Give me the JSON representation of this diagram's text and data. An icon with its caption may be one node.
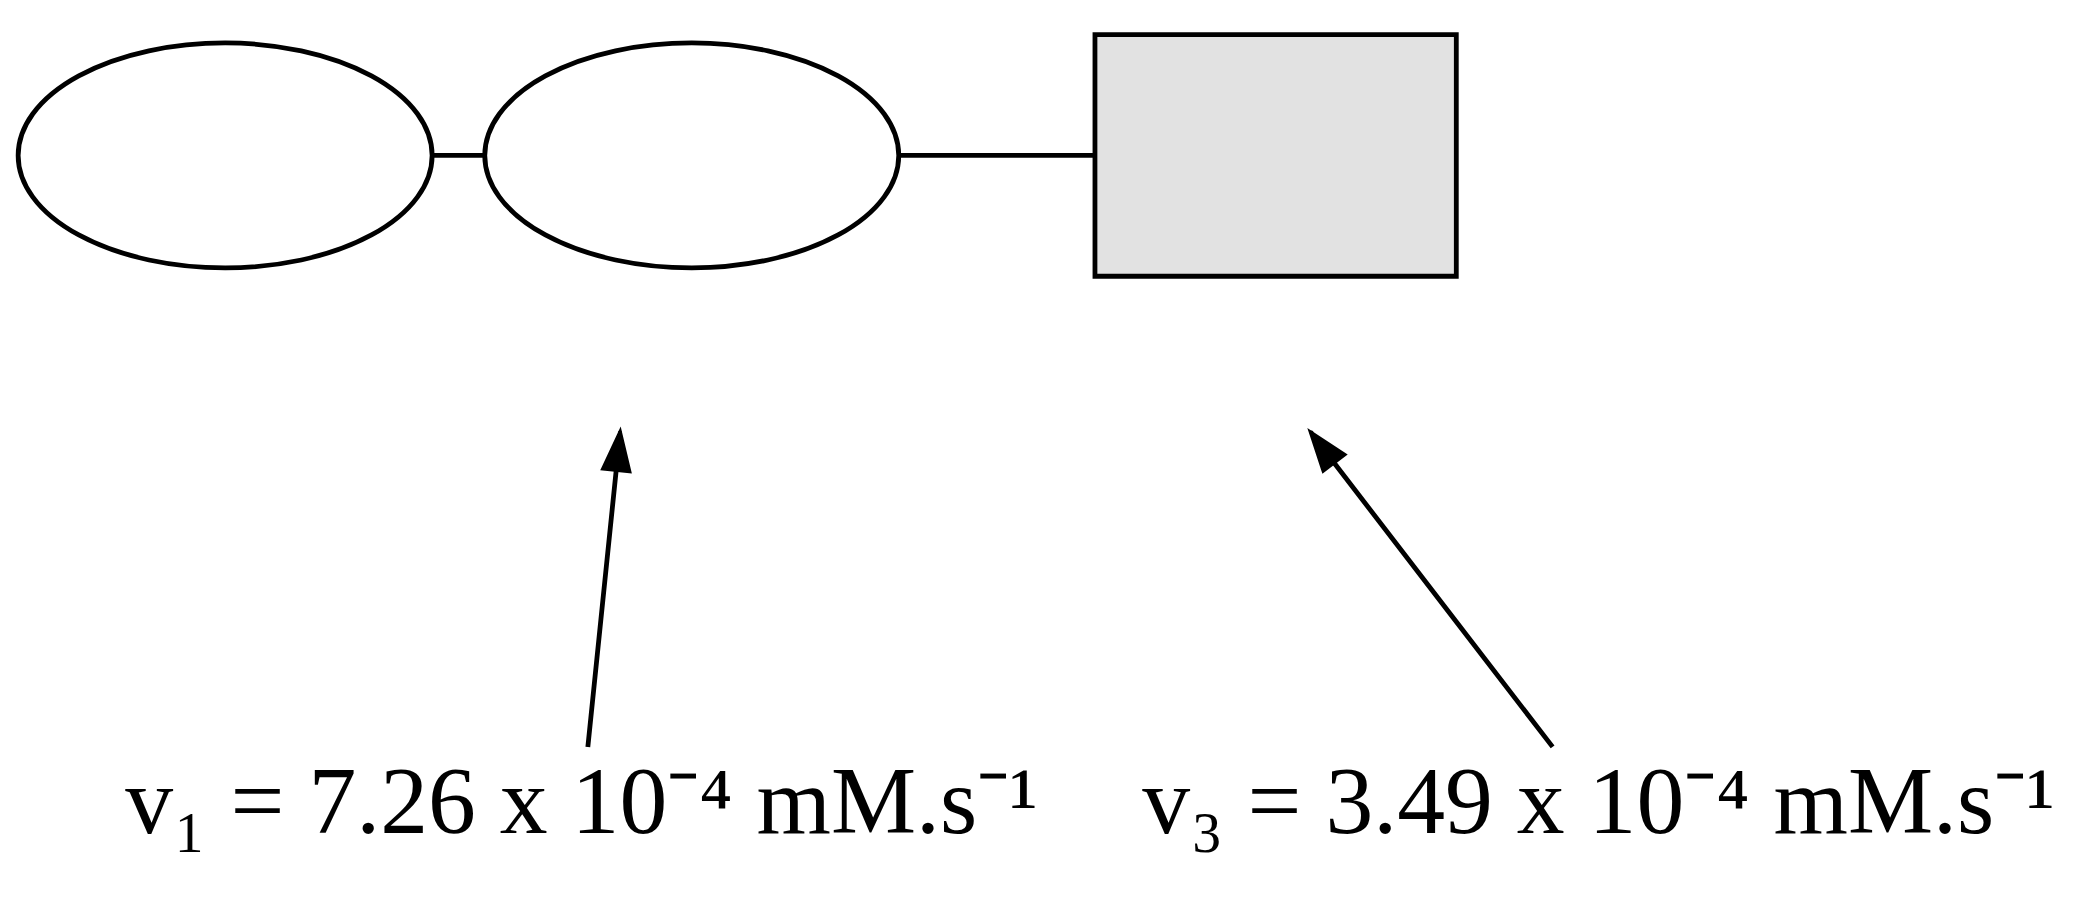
{
  "diagram": {
    "nodes": [
      {
        "text": [],
        "shape": "ellipse"
      },
      {
        "text": [],
        "shape": "ellipse"
      },
      {
        "text": [],
        "shape": "box"
      },
      {
        "text": [
          "v₁ = 7.26 x 10⁻⁴ mM.s⁻¹"
        ]
      },
      {
        "text": [
          "v₃ = 3.49 x 10⁻⁴ mM.s⁻¹"
        ]
      }
    ],
    "edges": [
      {
        "from": 0,
        "to": 1,
        "arrow": "none"
      },
      {
        "from": 1,
        "to": 2,
        "arrow": "none"
      },
      {
        "from": 3,
        "to": null,
        "arrow": "to"
      },
      {
        "from": 4,
        "to": null,
        "arrow": "to"
      }
    ]
  }
}
